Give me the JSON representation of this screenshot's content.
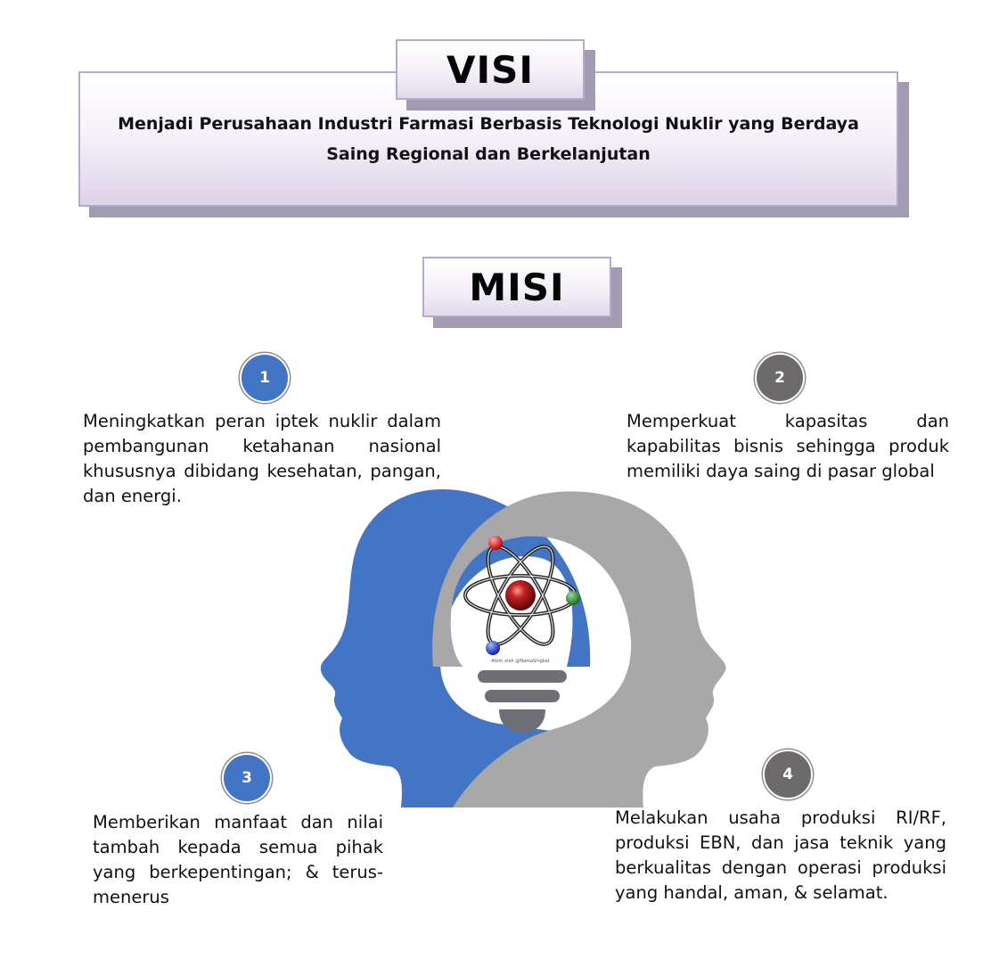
{
  "visi": {
    "title": "VISI",
    "statement": "Menjadi Perusahaan Industri Farmasi Berbasis Teknologi Nuklir yang Berdaya Saing Regional dan Berkelanjutan"
  },
  "misi": {
    "title": "MISI",
    "items": [
      {
        "number": "1",
        "text": "Meningkatkan peran iptek nuklir dalam pembangunan ketahanan nasional khususnya dibidang kesehatan, pangan, dan energi."
      },
      {
        "number": "2",
        "text": "Memperkuat kapasitas dan kapabilitas bisnis sehingga produk memiliki daya saing di pasar global"
      },
      {
        "number": "3",
        "text": "Memberikan manfaat dan nilai tambah kepada semua pihak yang berkepentingan; & terus-menerus"
      },
      {
        "number": "4",
        "text": "Melakukan usaha produksi RI/RF, produksi EBN, dan jasa teknik yang berkualitas dengan operasi produksi yang handal, aman, & selamat."
      }
    ]
  },
  "illustration": {
    "icon": "two-heads-lightbulb-atom-icon",
    "watermark": "Atom oleh @NamaSingkat"
  },
  "colors": {
    "blue": "#4474c4",
    "gray": "#6c6a6b",
    "head_gray": "#a8a8a8",
    "tab_border": "#b6a9cf",
    "shadow": "#a39bb1"
  }
}
